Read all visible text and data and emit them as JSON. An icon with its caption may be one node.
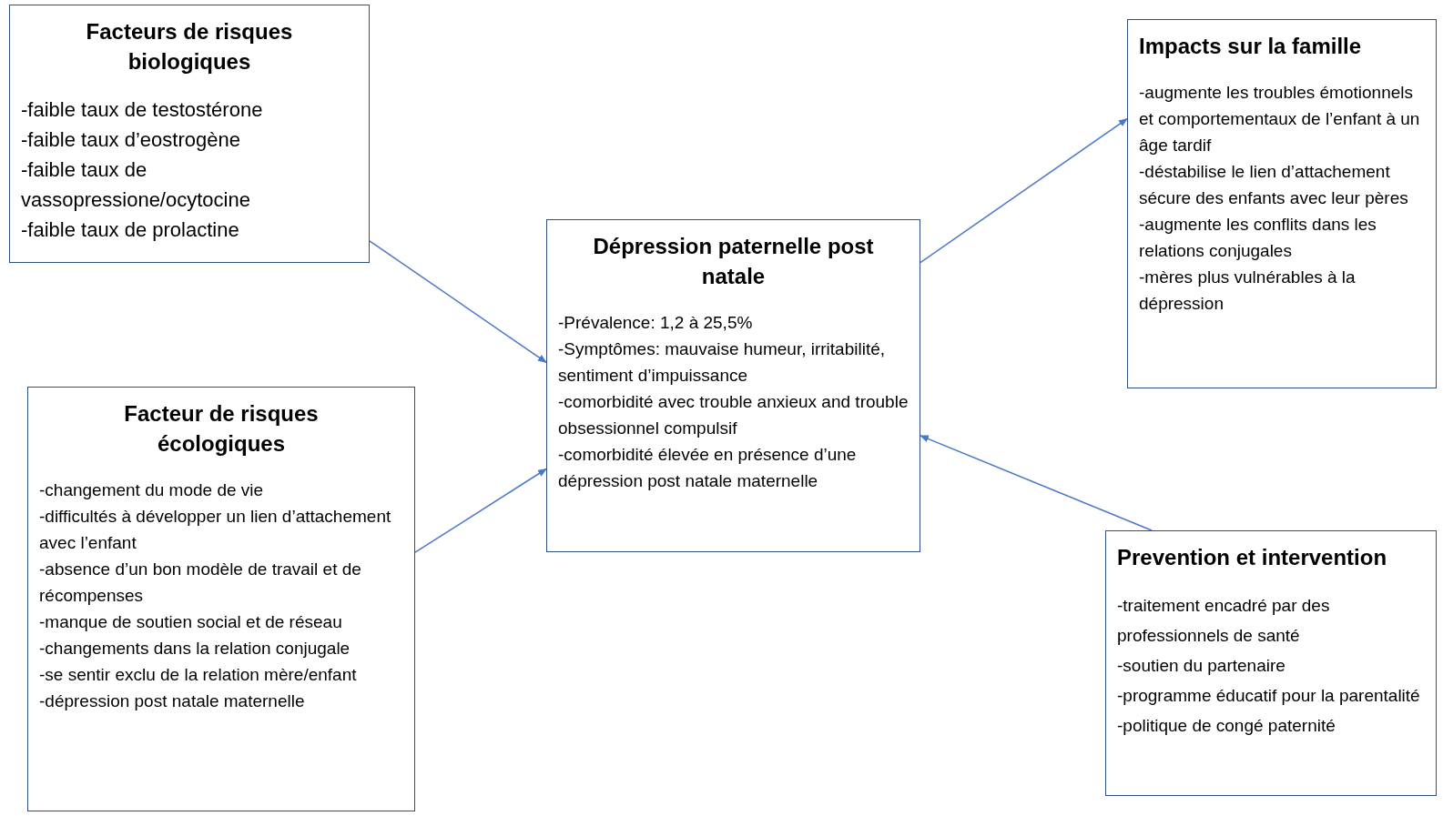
{
  "diagram": {
    "nodes": [
      {
        "text": [
          "Facteurs de risques biologiques",
          "-faible taux de testostérone",
          "-faible taux d’eostrogène",
          "-faible taux de vassopressione/ocytocine",
          "-faible taux de prolactine"
        ]
      },
      {
        "text": [
          "Facteur de risques écologiques",
          "-changement du mode de vie",
          "-difficultés à développer un lien d’attachement avec l’enfant",
          "-absence d’un bon modèle de travail et de récompenses",
          "-manque de soutien social et de réseau",
          "-changements dans la relation conjugale",
          "-se sentir exclu de la relation mère/enfant",
          "-dépression post natale maternelle"
        ]
      },
      {
        "text": [
          "Dépression paternelle post natale",
          "-Prévalence: 1,2 à 25,5%",
          "-Symptômes: mauvaise humeur, irritabilité, sentiment d’impuissance",
          "-comorbidité avec trouble anxieux and trouble obsessionnel compulsif",
          "-comorbidité élevée en présence d’une dépression post natale maternelle"
        ]
      },
      {
        "text": [
          "Impacts sur la famille",
          "-augmente les troubles émotionnels et comportementaux de l’enfant à un âge tardif",
          "-déstabilise le lien d’attachement sécure des enfants avec leur pères",
          "-augmente les conflits dans les relations conjugales",
          "-mères plus vulnérables à la dépression"
        ]
      },
      {
        "text": [
          "Prevention et intervention",
          "-traitement encadré par des professionnels de santé",
          "-soutien du partenaire",
          "-programme éducatif pour la parentalité",
          "-politique de congé paternité"
        ]
      }
    ],
    "edges": [
      {
        "from": 0,
        "to": 2,
        "arrow": "to"
      },
      {
        "from": 1,
        "to": 2,
        "arrow": "to"
      },
      {
        "from": 2,
        "to": 3,
        "arrow": "to"
      },
      {
        "from": 4,
        "to": 2,
        "arrow": "to"
      }
    ]
  }
}
